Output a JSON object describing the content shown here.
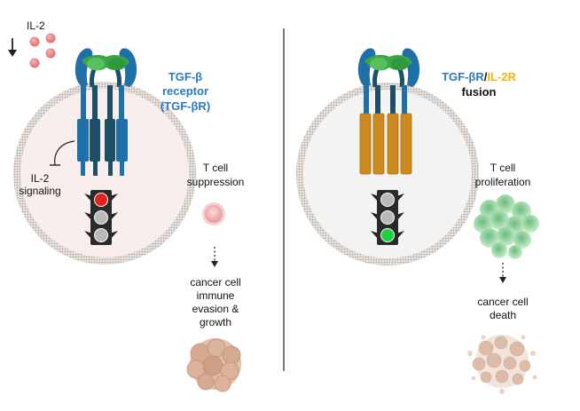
{
  "left_panel": {
    "ligand_label": "IL-2",
    "receptor_title": {
      "line1": "TGF-β",
      "line2": "receptor",
      "line3": "(TGF-βR)"
    },
    "signaling_label": {
      "line1": "IL-2",
      "line2": "signaling"
    },
    "outcome_label": {
      "line1": "T cell",
      "line2": "suppression"
    },
    "result_label": {
      "line1": "cancer cell",
      "line2": "immune",
      "line3": "evasion &",
      "line4": "growth"
    }
  },
  "right_panel": {
    "receptor_title": {
      "part1": "TGF-βR",
      "separator": "/",
      "part2": "IL-2R",
      "line2": "fusion"
    },
    "outcome_label": {
      "line1": "T cell",
      "line2": "proliferation"
    },
    "result_label": {
      "line1": "cancer cell",
      "line2": "death"
    }
  },
  "colors": {
    "receptor_blue": "#1f6fa8",
    "receptor_dark": "#1d4f66",
    "ligand_green": "#3aa645",
    "title_blue": "#2b7bbd",
    "title_orange": "#f2b705",
    "fusion_orange": "#cc8a1f",
    "light_red": "#e34a4a",
    "light_green": "#1fd13a",
    "cell_membrane": "#b8b0a8",
    "cell_left_fill": "#f8eeee",
    "cell_right_fill": "#f3f3f3",
    "tcell_pink": "#f2b0b0",
    "tcell_green": "#8fcf9a",
    "cancer_tan": "#d9b5a0"
  },
  "icons": {
    "traffic_left": "traffic-light-red-icon",
    "traffic_right": "traffic-light-green-icon",
    "il2_arrow": "arrow-down-icon",
    "inhibition": "inhibition-arrow-icon"
  }
}
